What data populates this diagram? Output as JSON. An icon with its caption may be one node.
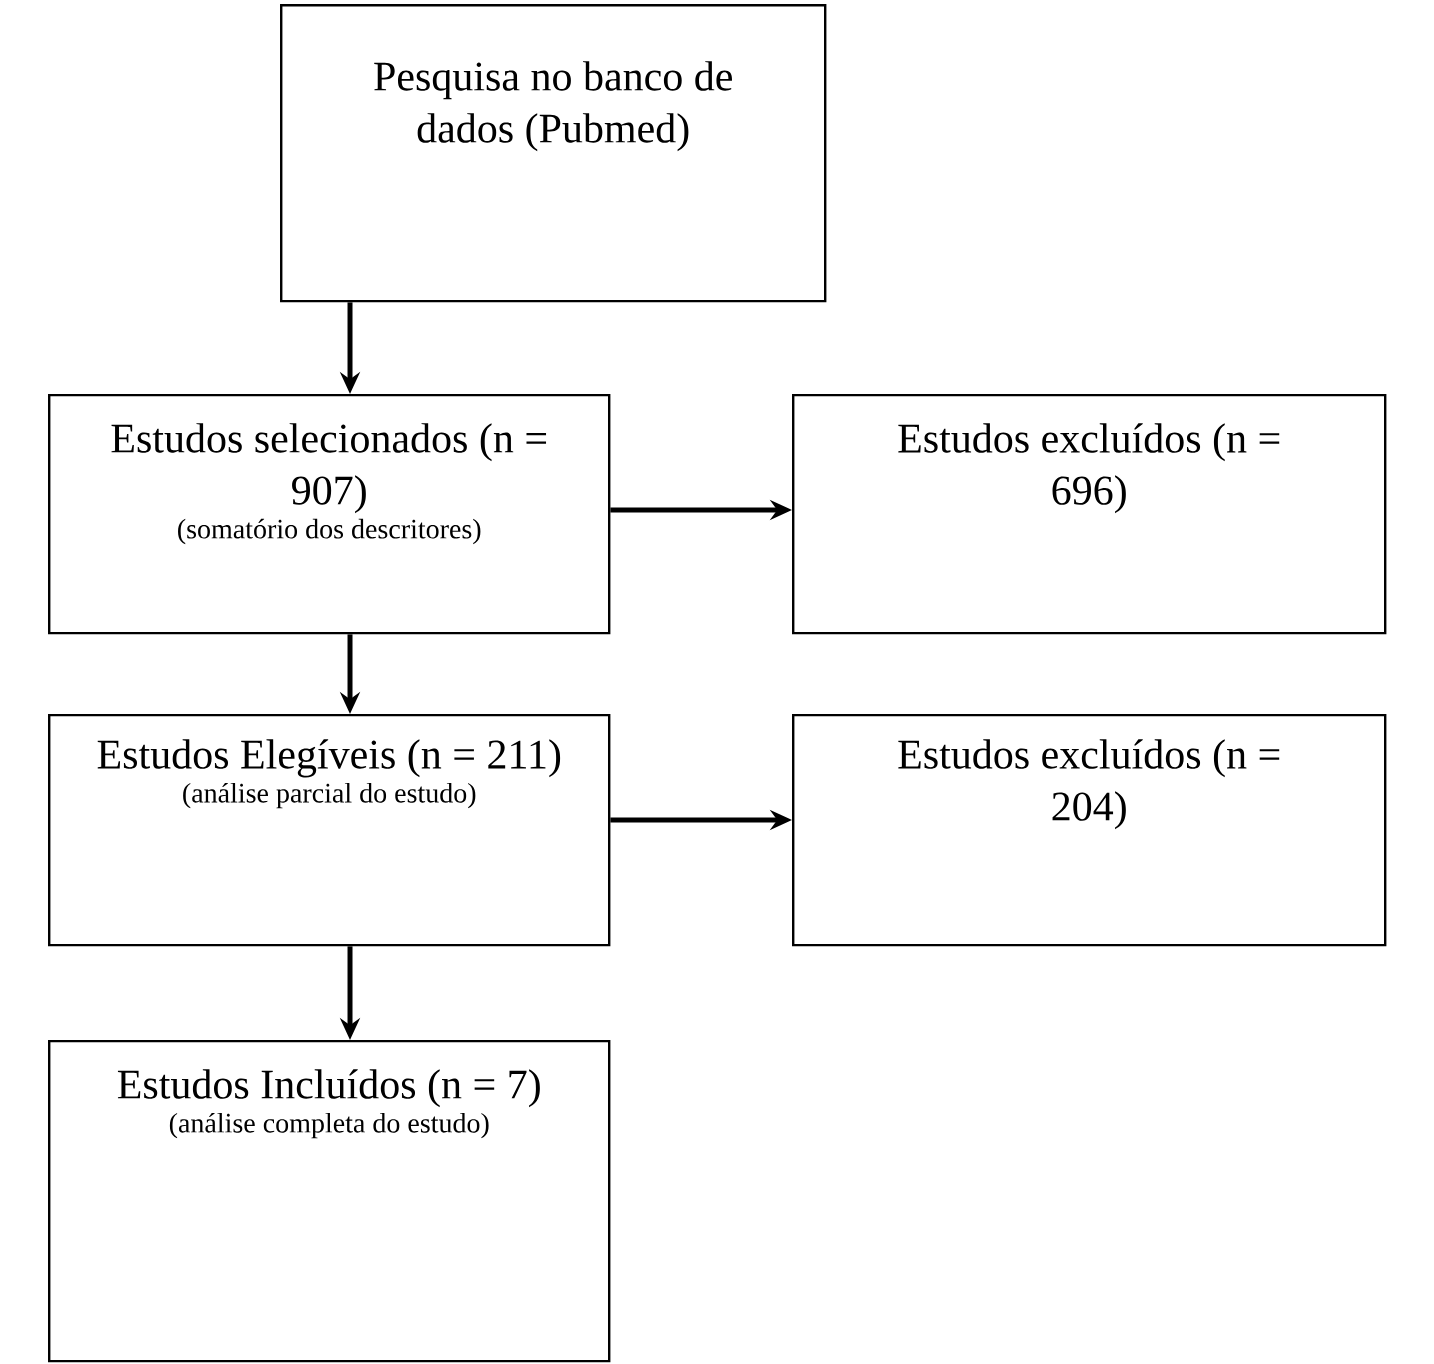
{
  "diagram": {
    "nodes": [
      {
        "text": [
          "Pesquisa no banco de dados (Pubmed)"
        ]
      },
      {
        "text": [
          "Estudos selecionados (n = 907)",
          "(somatório dos descritores)"
        ]
      },
      {
        "text": [
          "Estudos excluídos (n = 696)"
        ]
      },
      {
        "text": [
          "Estudos Elegíveis (n = 211)",
          "(análise parcial do estudo)"
        ]
      },
      {
        "text": [
          "Estudos excluídos (n = 204)"
        ]
      },
      {
        "text": [
          "Estudos Incluídos (n = 7)",
          "(análise completa do estudo)"
        ]
      }
    ],
    "edges": [
      {
        "from": 0,
        "to": 1,
        "arrow": "to"
      },
      {
        "from": 1,
        "to": 2,
        "arrow": "to"
      },
      {
        "from": 1,
        "to": 3,
        "arrow": "to"
      },
      {
        "from": 3,
        "to": 4,
        "arrow": "to"
      },
      {
        "from": 3,
        "to": 5,
        "arrow": "to"
      }
    ]
  }
}
